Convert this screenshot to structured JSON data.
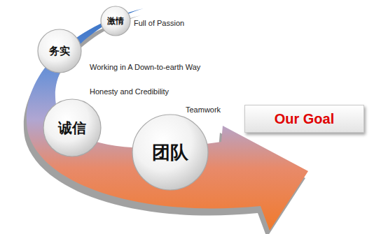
{
  "diagram": {
    "nodes": [
      {
        "text": [
          "激情",
          "Full of Passion"
        ]
      },
      {
        "text": [
          "务实",
          "Working in A Down-to-earth Way"
        ]
      },
      {
        "text": [
          "诚信",
          "Honesty and Credibility"
        ]
      },
      {
        "text": [
          "团队",
          "Teamwork"
        ]
      },
      {
        "text": [
          "Our Goal"
        ]
      }
    ]
  }
}
